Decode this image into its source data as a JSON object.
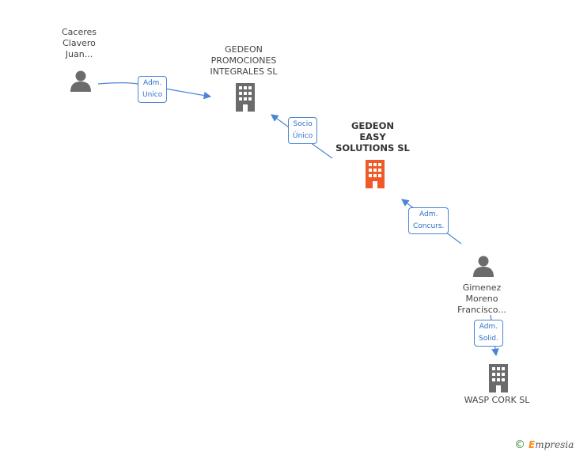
{
  "nodes": {
    "caceres": {
      "label": "Caceres\nClavero\nJuan..."
    },
    "gedeon_promociones": {
      "label": "GEDEON\nPROMOCIONES\nINTEGRALES SL"
    },
    "gedeon_easy": {
      "label": "GEDEON\nEASY\nSOLUTIONS SL"
    },
    "gimenez": {
      "label": "Gimenez\nMoreno\nFrancisco..."
    },
    "wasp_cork": {
      "label": "WASP CORK SL"
    }
  },
  "edges": {
    "adm_unico": "Adm.\nUnico",
    "socio_unico": "Socio\nÚnico",
    "adm_concurs": "Adm.\nConcurs.",
    "adm_solid": "Adm.\nSolid."
  },
  "colors": {
    "highlight": "#f05a28",
    "building": "#6b6b6b",
    "person": "#6b6b6b",
    "edge": "#4a86d6"
  },
  "brand": {
    "copyright": "©",
    "name_e": "E",
    "name_rest": "mpresia"
  }
}
